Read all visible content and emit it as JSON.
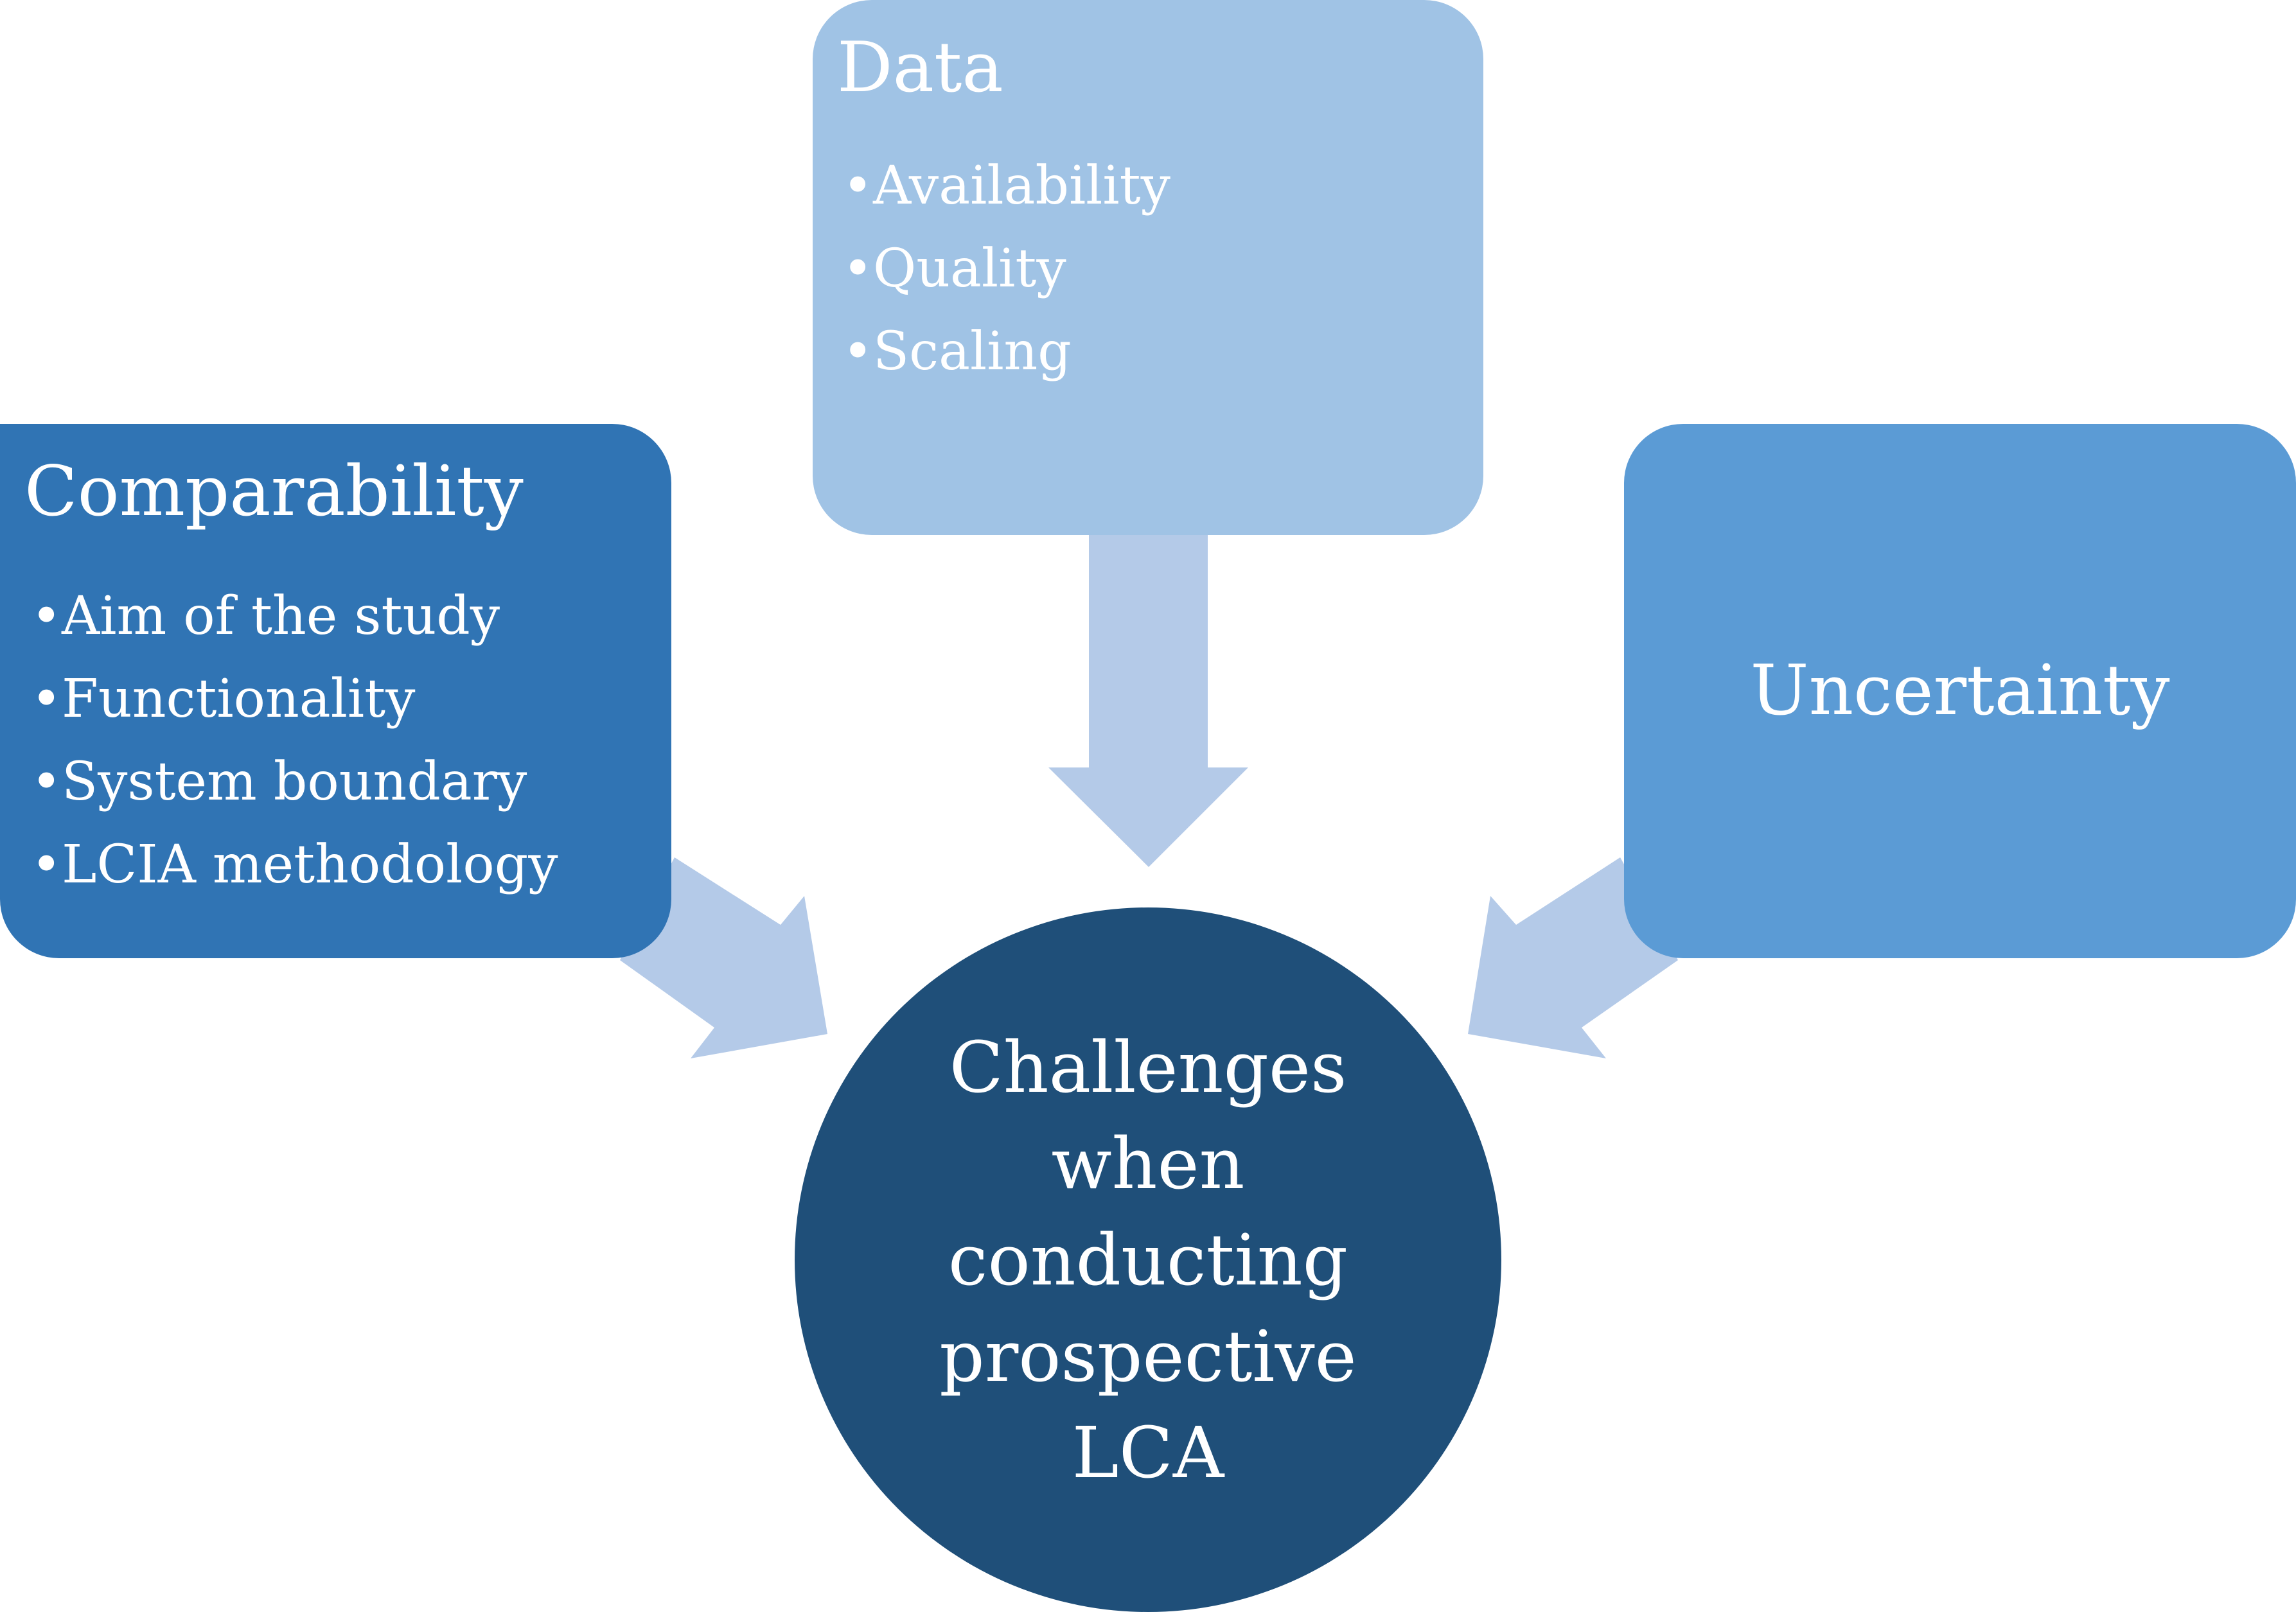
{
  "colors": {
    "comparability_box": "#3074b4",
    "data_box": "#a0c3e5",
    "uncertainty_box": "#5b9bd5",
    "center_circle": "#1f4f79",
    "arrow": "#b4cae8",
    "text": "#ffffff"
  },
  "boxes": {
    "comparability": {
      "title": "Comparability",
      "items": [
        "Aim of the study",
        "Functionality",
        "System boundary",
        "LCIA methodology"
      ]
    },
    "data": {
      "title": "Data",
      "items": [
        "Availability",
        "Quality",
        "Scaling"
      ]
    },
    "uncertainty": {
      "title": "Uncertainty"
    }
  },
  "center": {
    "text": "Challenges when conducting prospective LCA"
  },
  "bullet_symbol": "•"
}
